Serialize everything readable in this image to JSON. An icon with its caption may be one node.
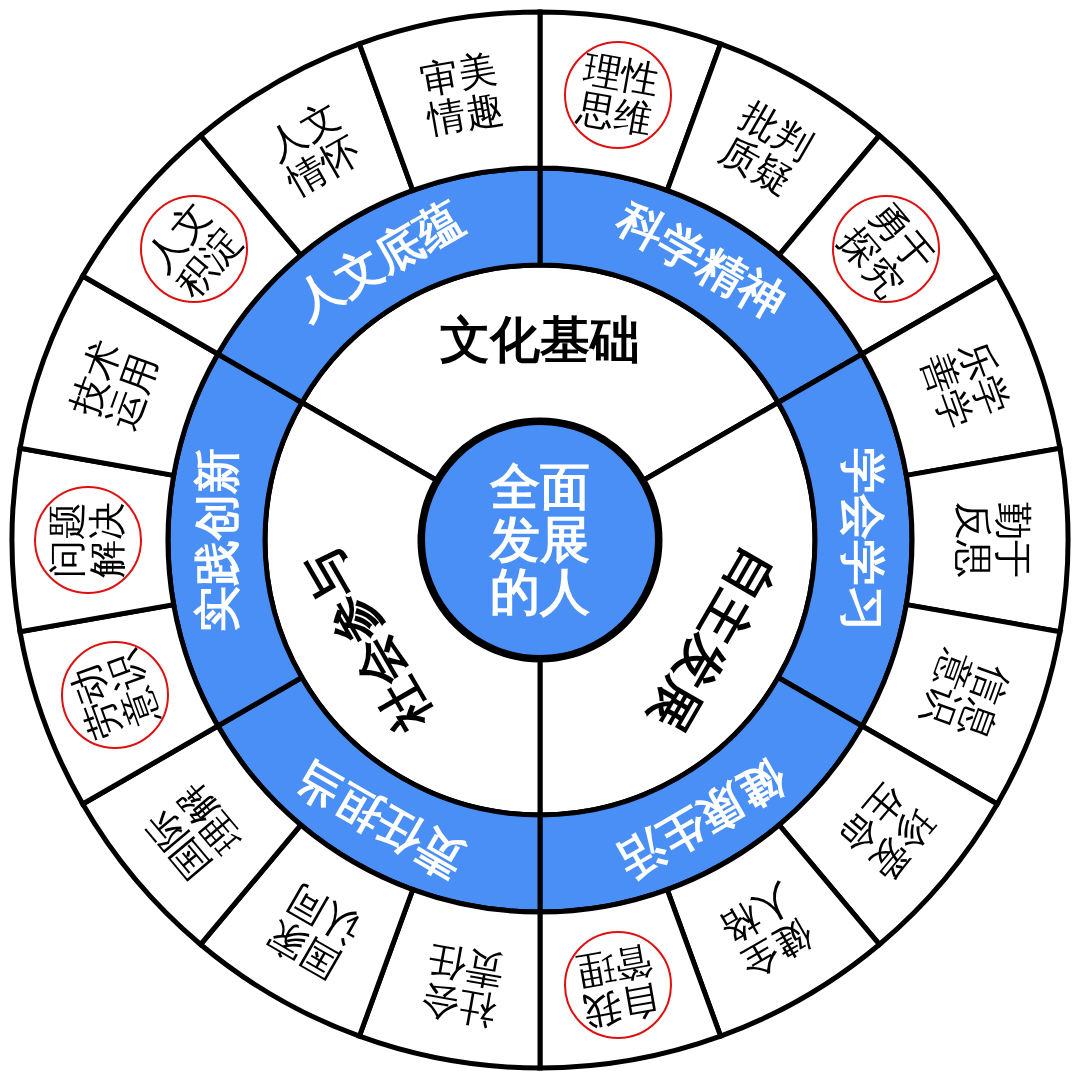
{
  "diagram": {
    "nodes": [
      {
        "text": [
          "全面发展的人"
        ]
      },
      {
        "text": [
          "文化基础"
        ]
      },
      {
        "text": [
          "自主发展"
        ]
      },
      {
        "text": [
          "社会参与"
        ]
      },
      {
        "text": [
          "科学精神"
        ]
      },
      {
        "text": [
          "学会学习"
        ]
      },
      {
        "text": [
          "健康生活"
        ]
      },
      {
        "text": [
          "责任担当"
        ]
      },
      {
        "text": [
          "实践创新"
        ]
      },
      {
        "text": [
          "人文底蕴"
        ]
      },
      {
        "text": [],
        "shape": "circle"
      },
      {
        "text": [
          "理性思维"
        ],
        "in": 10
      },
      {
        "text": [
          "批判质疑"
        ]
      },
      {
        "text": [],
        "shape": "circle"
      },
      {
        "text": [
          "勇于探究"
        ],
        "in": 13
      },
      {
        "text": [
          "乐学善学"
        ]
      },
      {
        "text": [
          "勤于反思"
        ]
      },
      {
        "text": [
          "信息意识"
        ]
      },
      {
        "text": [
          "珍爱生命"
        ]
      },
      {
        "text": [
          "健全人格"
        ]
      },
      {
        "text": [],
        "shape": "circle"
      },
      {
        "text": [
          "自我管理"
        ],
        "in": 20
      },
      {
        "text": [
          "社会责任"
        ]
      },
      {
        "text": [
          "国家认同"
        ]
      },
      {
        "text": [
          "国际理解"
        ]
      },
      {
        "text": [],
        "shape": "circle"
      },
      {
        "text": [
          "劳动意识"
        ],
        "in": 25
      },
      {
        "text": [],
        "shape": "circle"
      },
      {
        "text": [
          "问题解决"
        ],
        "in": 27
      },
      {
        "text": [
          "技术运用"
        ]
      },
      {
        "text": [],
        "shape": "circle"
      },
      {
        "text": [
          "人文积淀"
        ],
        "in": 30
      },
      {
        "text": [
          "人文情怀"
        ]
      },
      {
        "text": [
          "审美情趣"
        ]
      }
    ]
  }
}
